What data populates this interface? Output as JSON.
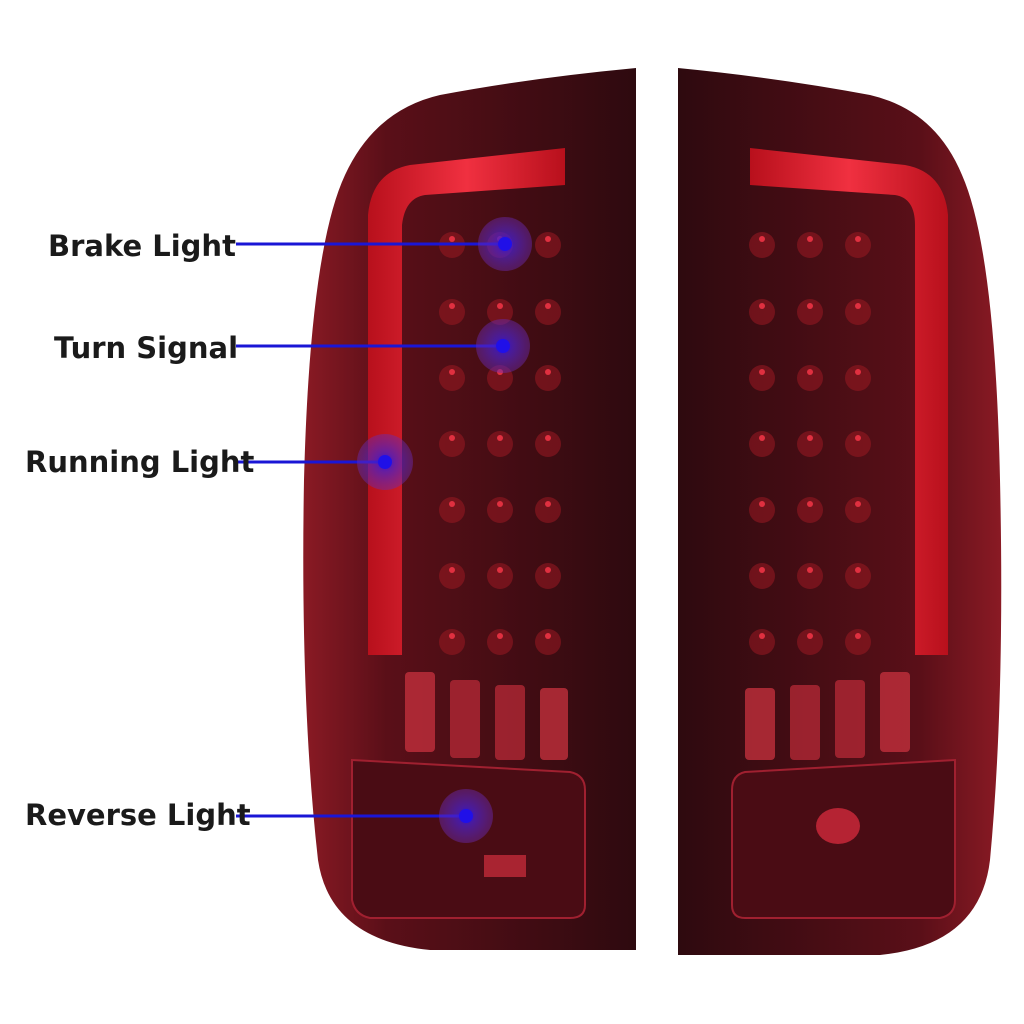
{
  "callouts": [
    {
      "label": "Brake Light"
    },
    {
      "label": "Turn Signal"
    },
    {
      "label": "Running Light"
    },
    {
      "label": "Reverse Light"
    }
  ],
  "colors": {
    "background": "#ffffff",
    "callout_line": "#1a16d6",
    "callout_marker": "#3b1fd0",
    "housing_dark": "#3a0a10",
    "housing_red": "#7a1420",
    "light_bar": "#e0222e",
    "led": "#9a1a22"
  }
}
